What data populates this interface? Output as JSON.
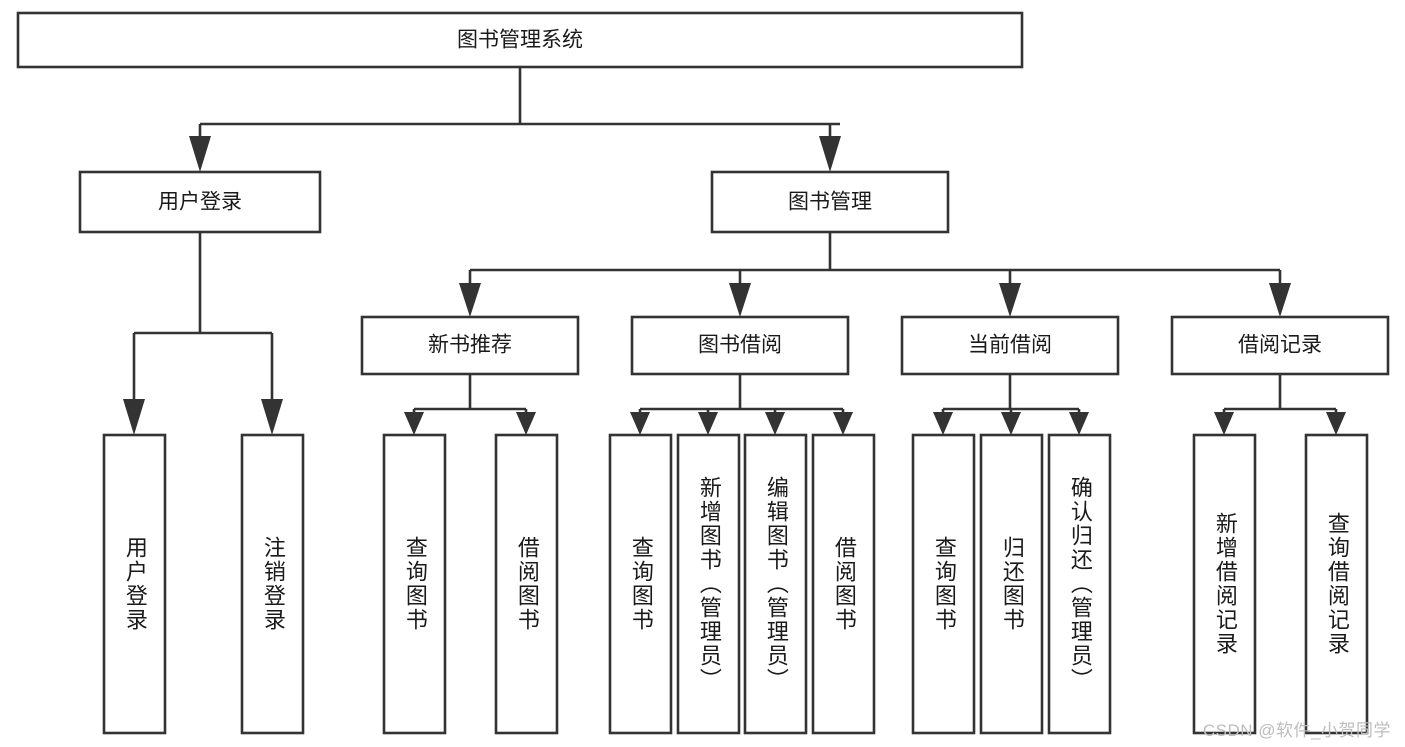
{
  "diagram": {
    "type": "tree-hierarchy",
    "title": "图书管理系统",
    "orientation": "top-down",
    "root": {
      "id": "root",
      "label": "图书管理系统"
    },
    "level1": [
      {
        "id": "user-login",
        "label": "用户登录"
      },
      {
        "id": "book-manage",
        "label": "图书管理"
      }
    ],
    "level2": [
      {
        "id": "new-book-recommend",
        "label": "新书推荐",
        "parent": "book-manage"
      },
      {
        "id": "book-borrow",
        "label": "图书借阅",
        "parent": "book-manage"
      },
      {
        "id": "current-borrow",
        "label": "当前借阅",
        "parent": "book-manage"
      },
      {
        "id": "borrow-record",
        "label": "借阅记录",
        "parent": "book-manage"
      }
    ],
    "leaves": [
      {
        "id": "leaf-user-login",
        "label": "用户登录",
        "parent": "user-login"
      },
      {
        "id": "leaf-logout-login",
        "label": "注销登录",
        "parent": "user-login"
      },
      {
        "id": "leaf-query-book-1",
        "label": "查询图书",
        "parent": "new-book-recommend"
      },
      {
        "id": "leaf-borrow-book-1",
        "label": "借阅图书",
        "parent": "new-book-recommend"
      },
      {
        "id": "leaf-query-book-2",
        "label": "查询图书",
        "parent": "book-borrow"
      },
      {
        "id": "leaf-add-book",
        "label": "新增图书（管理员）",
        "parent": "book-borrow"
      },
      {
        "id": "leaf-edit-book",
        "label": "编辑图书（管理员）",
        "parent": "book-borrow"
      },
      {
        "id": "leaf-borrow-book-2",
        "label": "借阅图书",
        "parent": "book-borrow"
      },
      {
        "id": "leaf-query-book-3",
        "label": "查询图书",
        "parent": "current-borrow"
      },
      {
        "id": "leaf-return-book",
        "label": "归还图书",
        "parent": "current-borrow"
      },
      {
        "id": "leaf-confirm-return",
        "label": "确认归还（管理员）",
        "parent": "current-borrow"
      },
      {
        "id": "leaf-add-record",
        "label": "新增借阅记录",
        "parent": "borrow-record"
      },
      {
        "id": "leaf-query-record",
        "label": "查询借阅记录",
        "parent": "borrow-record"
      }
    ],
    "colors": {
      "stroke": "#333333",
      "box_fill": "#ffffff",
      "text": "#1a1a1a",
      "background": "#ffffff",
      "watermark": "#bdbdbd"
    }
  },
  "watermark": {
    "text": "CSDN @软件_小贺同学"
  }
}
